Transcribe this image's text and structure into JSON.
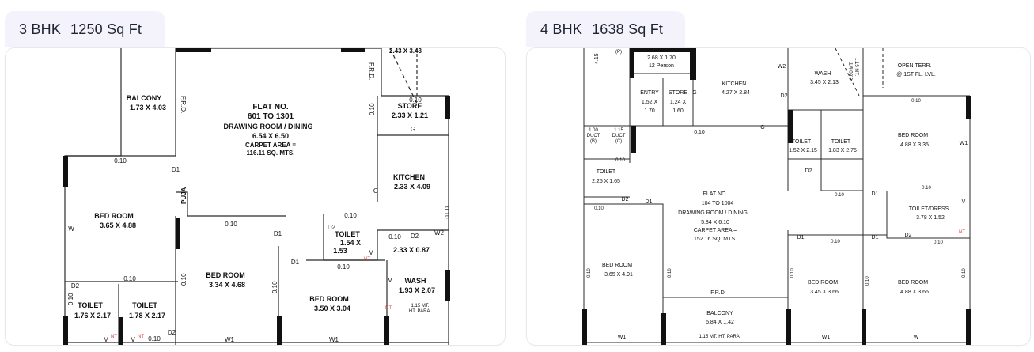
{
  "plans": [
    {
      "bhk": "3 BHK",
      "area": "1250 Sq Ft",
      "labels": {
        "balcony": "BALCONY",
        "balcony_dim": "1.73 X 4.03",
        "frd1": "F.R.D.",
        "frd2": "F.R.D.",
        "flat": "FLAT NO.",
        "flat_range": "601 TO 1301",
        "drawing": "DRAWING ROOM / DINING",
        "drawing_dim": "6.54 X 6.50",
        "carpet": "CARPET AREA =",
        "carpet_val": "116.11 SQ. MTS.",
        "store": "STORE",
        "store_dim": "2.33 X 1.21",
        "kitchen": "KITCHEN",
        "kitchen_dim": "2.33 X 4.09",
        "bed1": "BED ROOM",
        "bed1_dim": "3.65 X 4.88",
        "puja": "PUJA",
        "toilet_c": "TOILET",
        "toilet_c_dim1": "1.54 X",
        "toilet_c_dim2": "1.53",
        "passage_dim": "2.33 X 0.87",
        "bed2": "BED ROOM",
        "bed2_dim": "3.34 X 4.68",
        "bed3": "BED ROOM",
        "bed3_dim": "3.50 X 3.04",
        "wash": "WASH",
        "wash_dim": "1.93 X 2.07",
        "para": "1.15 MT.",
        "para2": "HT. PARA.",
        "toilet_a": "TOILET",
        "toilet_a_dim": "1.76 X 2.17",
        "toilet_b": "TOILET",
        "toilet_b_dim": "1.78 X 2.17",
        "top_dim": "2.43 X 3.43",
        "d1": "D1",
        "d2": "D2",
        "w": "W",
        "w1": "W1",
        "w2": "W2",
        "g": "G",
        "v": "V",
        "nt": "NT",
        "t010": "0.10"
      }
    },
    {
      "bhk": "4 BHK",
      "area": "1638 Sq Ft",
      "labels": {
        "lift_dim": "2.68 X 1.70",
        "lift_cap": "12 Person",
        "p": "(P)",
        "kitchen": "KITCHEN",
        "kitchen_dim": "4.27 X 2.84",
        "wash": "WASH",
        "wash_dim": "3.45 X 2.13",
        "ht": "1.15 MT.",
        "ht2": "HT. PARA.",
        "open": "OPEN TERR.",
        "open2": "@ 1ST FL. LVL.",
        "entry": "ENTRY",
        "entry_dim1": "1.52 X",
        "entry_dim2": "1.70",
        "store": "STORE",
        "store_dim1": "1.24 X",
        "store_dim2": "1.60",
        "duct_b": "DUCT",
        "duct_b2": "(B)",
        "duct_c": "DUCT",
        "duct_c2": "(C)",
        "n100": "1.00",
        "n115": "1.15",
        "toilet1": "TOILET",
        "toilet1_dim": "1.52 X 2.15",
        "toilet2": "TOILET",
        "toilet2_dim": "1.83 X 2.75",
        "bed_tr": "BED ROOM",
        "bed_tr_dim": "4.88 X 3.35",
        "toilet_l": "TOILET",
        "toilet_l_dim": "2.25 X 1.65",
        "flat": "FLAT NO.",
        "flat_range": "104 TO 1004",
        "drawing": "DRAWING ROOM / DINING",
        "drawing_dim": "5.84 X 6.10",
        "carpet": "CARPET AREA =",
        "carpet_val": "152.16 SQ. MTS.",
        "dress": "TOILET/DRESS",
        "dress_dim": "3.78 X 1.52",
        "bed_l": "BED ROOM",
        "bed_l_dim": "3.65 X 4.91",
        "bed_m": "BED ROOM",
        "bed_m_dim": "3.45 X 3.66",
        "bed_r": "BED ROOM",
        "bed_r_dim": "4.88 X 3.66",
        "frd": "F.R.D.",
        "balcony": "BALCONY",
        "balcony_dim": "5.84 X 1.42",
        "para": "1.15 MT. HT. PARA.",
        "d1": "D1",
        "d2": "D2",
        "w": "W",
        "w1": "W1",
        "w2": "W2",
        "g": "G",
        "v": "V",
        "nt": "NT",
        "t010": "0.10",
        "n415": "4.15",
        "n060": "0.60 MT."
      }
    }
  ]
}
